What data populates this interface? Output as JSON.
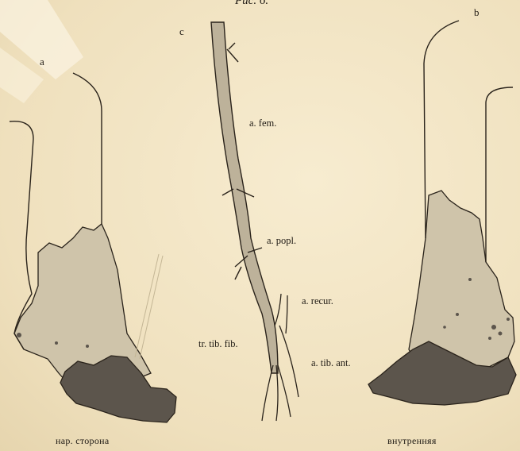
{
  "figure": {
    "title": "Рис. 6.",
    "panel_a": "a",
    "panel_b": "b",
    "panel_c": "c"
  },
  "vessel_labels": {
    "fem": "a. fem.",
    "popl": "a. popl.",
    "recur": "a. recur.",
    "tib_fib": "tr. tib. fib.",
    "tib_ant": "a. tib. ant."
  },
  "captions": {
    "left": "нар. сторона",
    "right": "внутренняя"
  },
  "colors": {
    "paper": "#f3e6c6",
    "line": "#2a231b",
    "light_shade": "#cfc4aa",
    "dark_shade": "#5c554c"
  }
}
